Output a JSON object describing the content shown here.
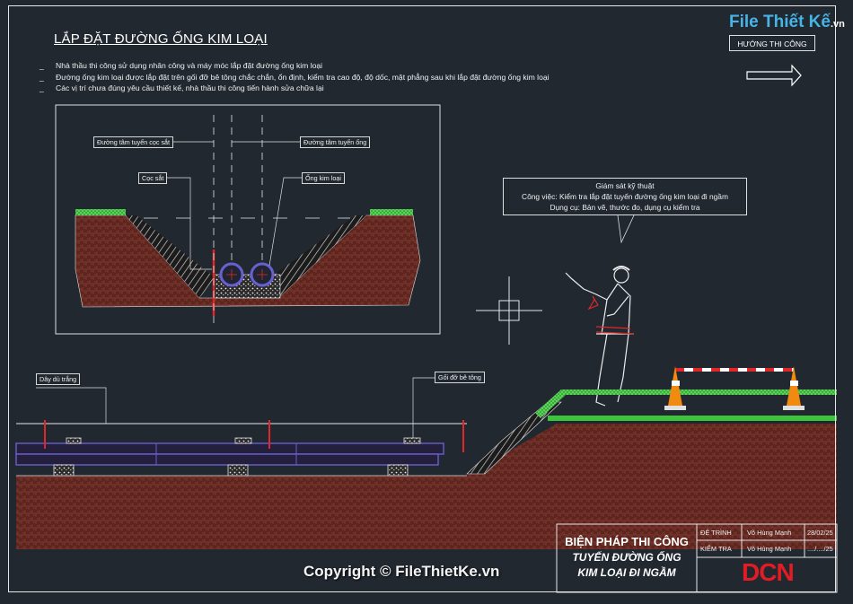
{
  "title": "LẮP ĐẶT ĐƯỜNG ỐNG KIM LOẠI",
  "notes": [
    "Nhà thầu thi công sử dụng nhân công và máy móc lắp đặt đường ống kim loại",
    "Đường ống kim loại được lắp đặt trên gối đỡ bê tông chắc chắn, ổn định, kiểm tra cao độ, độ dốc, mặt phẳng sau khi lắp đặt đường ống kim loại",
    "Các vị trí chưa đúng yêu cầu thiết kế, nhà thầu thi công tiến hành sửa chữa lại"
  ],
  "note_bullet": "_",
  "logo": {
    "text": "File Thiết Kế",
    "suffix": ".vn"
  },
  "direction": {
    "label": "HƯỚNG THI CÔNG"
  },
  "section": {
    "label_pile_axis": "Đường tâm tuyến cọc sắt",
    "label_pipe_axis": "Đường tâm tuyến ống",
    "label_pile": "Cọc sắt",
    "label_pipe": "Ống kim loại"
  },
  "supervisor": {
    "line1": "Giám sát kỹ thuật",
    "line2": "Công việc: Kiểm tra lắp đặt tuyến đường ống kim loại đi ngầm",
    "line3": "Dụng cụ: Bản vẽ, thước đo, dụng cụ kiểm tra"
  },
  "elevation": {
    "label_rope": "Dây dù trắng",
    "label_support": "Gối đỡ bê tông"
  },
  "title_block": {
    "title": "BIỆN PHÁP THI CÔNG",
    "subtitle1": "TUYẾN ĐƯỜNG ỐNG",
    "subtitle2": "KIM LOẠI ĐI NGẦM",
    "row1_role": "ĐỆ TRÌNH",
    "row1_name": "Võ Hùng Mạnh",
    "row1_date": "28/02/25",
    "row2_role": "KIỂM TRA",
    "row2_name": "Võ Hùng Mạnh",
    "row2_date": "..../..../25",
    "brand": "DCN"
  },
  "copyright": "Copyright © FileThietKe.vn",
  "colors": {
    "background": "#212830",
    "soil": "#6b2b22",
    "grass": "#3cc43c",
    "pipe": "#6a5fd0",
    "pile": "#e02828",
    "cone": "#f08a10",
    "brand": "#e21c24"
  }
}
